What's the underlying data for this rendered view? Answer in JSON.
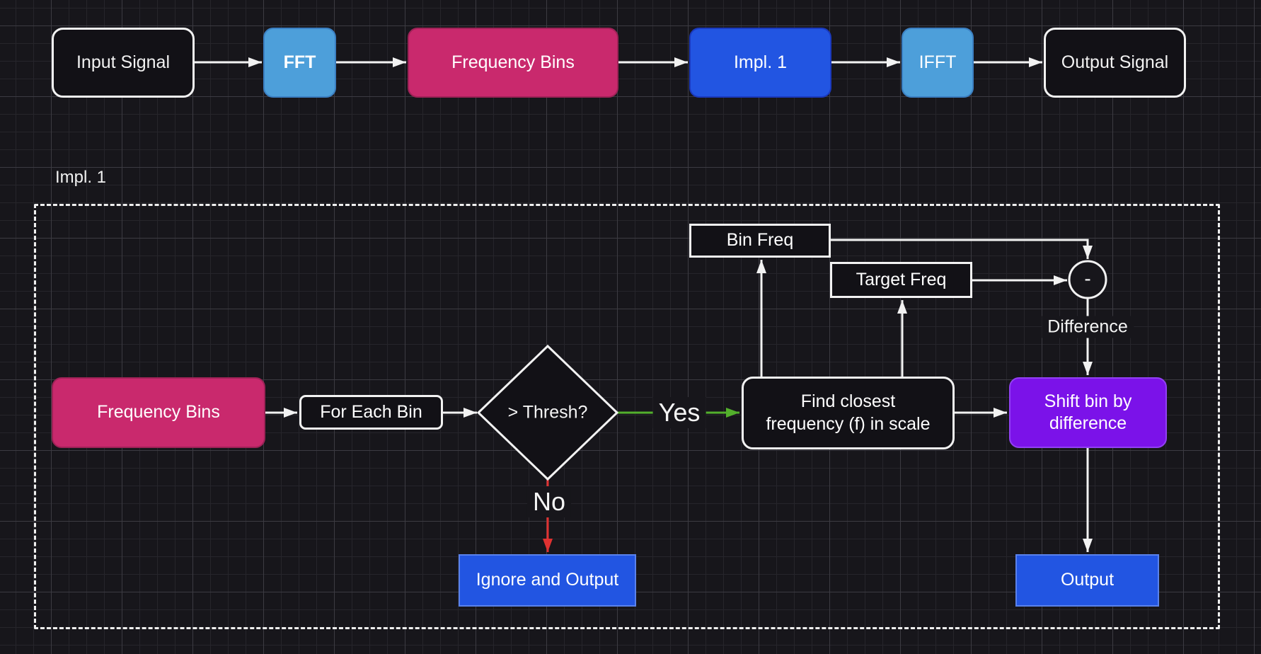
{
  "colors": {
    "background": "#17161b",
    "grid_minor": "#26252b",
    "grid_major": "#3c3b42",
    "stroke": "#f2f2f2",
    "node_dark_fill": "#121116",
    "pink": "#c9296d",
    "blue": "#2255e2",
    "light_blue": "#4d9fda",
    "purple": "#7b12e9",
    "green_yes": "#53b02c",
    "red_no": "#e03131"
  },
  "pipeline": {
    "nodes": [
      {
        "id": "input-signal",
        "label": "Input Signal"
      },
      {
        "id": "fft",
        "label": "FFT"
      },
      {
        "id": "frequency-bins",
        "label": "Frequency Bins"
      },
      {
        "id": "impl-1",
        "label": "Impl. 1"
      },
      {
        "id": "ifft",
        "label": "IFFT"
      },
      {
        "id": "output-signal",
        "label": "Output Signal"
      }
    ]
  },
  "impl1": {
    "group_label": "Impl. 1",
    "nodes": {
      "frequency_bins": {
        "label": "Frequency Bins"
      },
      "for_each_bin": {
        "label": "For Each Bin"
      },
      "threshold": {
        "label": "> Thresh?"
      },
      "bin_freq": {
        "label": "Bin Freq"
      },
      "target_freq": {
        "label": "Target Freq"
      },
      "minus": {
        "label": "-"
      },
      "find_closest": {
        "line1": "Find closest",
        "line2": "frequency (f) in scale"
      },
      "shift_bin": {
        "line1": "Shift bin by",
        "line2": "difference"
      },
      "ignore_and_output": {
        "label": "Ignore and Output"
      },
      "output": {
        "label": "Output"
      }
    },
    "edge_labels": {
      "yes": "Yes",
      "no": "No",
      "difference": "Difference"
    }
  }
}
